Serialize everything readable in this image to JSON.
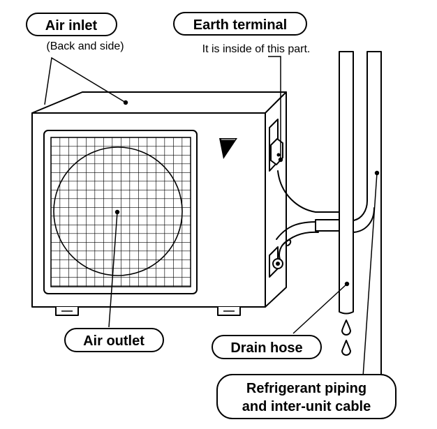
{
  "labels": {
    "air_inlet": "Air inlet",
    "air_inlet_note": "(Back and side)",
    "earth_terminal": "Earth terminal",
    "earth_terminal_note": "It is inside of this part.",
    "air_outlet": "Air outlet",
    "drain_hose": "Drain hose",
    "refrigerant_line1": "Refrigerant piping",
    "refrigerant_line2": "and inter-unit cable"
  },
  "colors": {
    "ink": "#000000",
    "paper": "#ffffff"
  },
  "icons": {
    "brand_logo": "daikin-logo-icon"
  }
}
